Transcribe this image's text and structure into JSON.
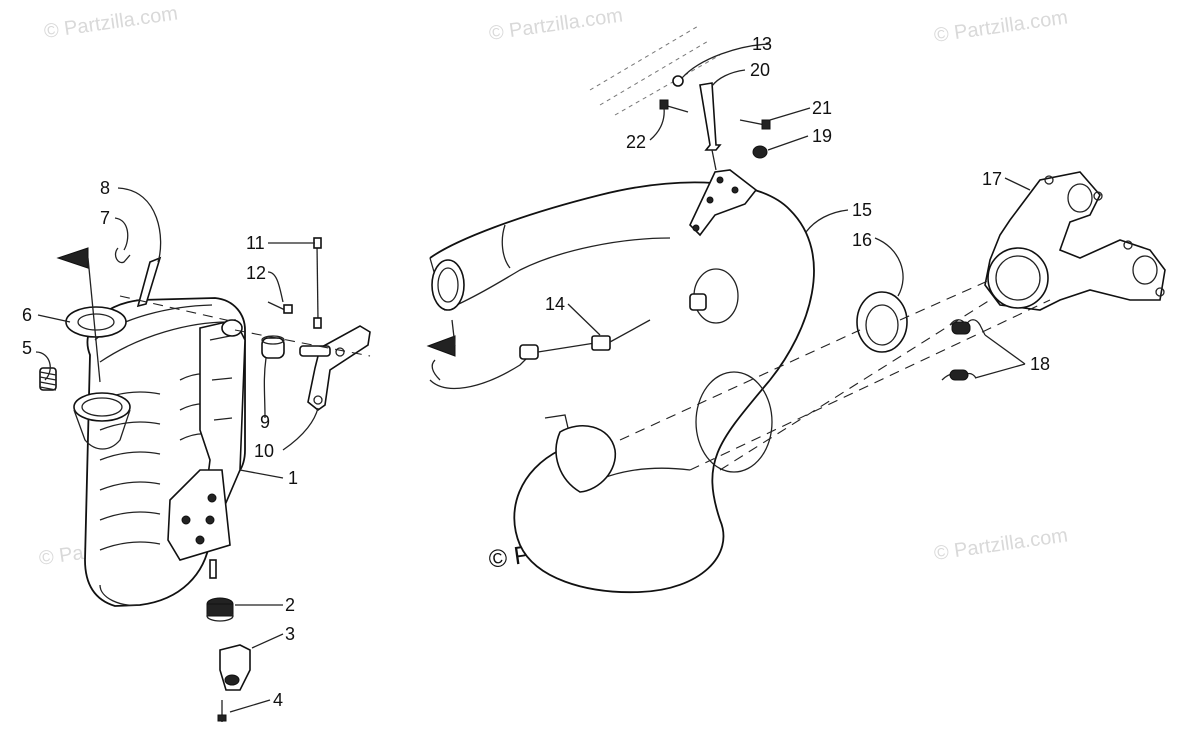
{
  "watermarks": {
    "top_left": "© Partzilla.com",
    "top_center": "© Partzilla.com",
    "top_right": "© Partzilla.com",
    "mid_left": "© Partzilla.com",
    "bottom_right": "© Partzilla.com",
    "center": "© Partzilla.com"
  },
  "callouts": {
    "p1": "1",
    "p2": "2",
    "p3": "3",
    "p4": "4",
    "p5": "5",
    "p6": "6",
    "p7": "7",
    "p8": "8",
    "p9": "9",
    "p10": "10",
    "p11": "11",
    "p12": "12",
    "p13": "13",
    "p14": "14",
    "p15": "15",
    "p16": "16",
    "p17": "17",
    "p18": "18",
    "p19": "19",
    "p20": "20",
    "p21": "21",
    "p22": "22"
  },
  "colors": {
    "line": "#222222",
    "watermark": "#d9d9d9",
    "background": "#ffffff"
  }
}
